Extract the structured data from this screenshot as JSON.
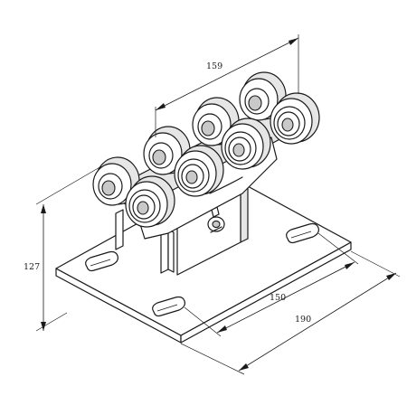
{
  "dimensions": {
    "top_width": "159",
    "height": "127",
    "base_inner": "150",
    "base_outer": "190"
  }
}
